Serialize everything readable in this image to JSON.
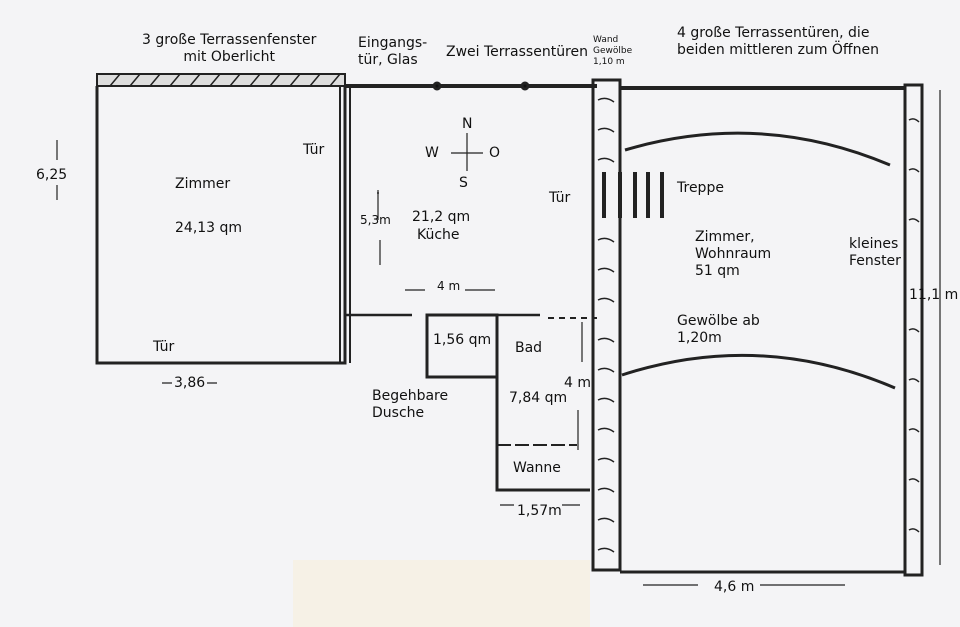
{
  "labels": {
    "windows_top": "3 große Terrassenfenster",
    "windows_top2": "mit Oberlicht",
    "entrance": "Eingangs-",
    "entrance2": "tür, Glas",
    "two_doors": "Zwei Terrassentüren",
    "wall1": "Wand",
    "wall2": "Gewölbe",
    "wall3": "1,10 m",
    "four_doors": "4 große Terrassentüren, die",
    "four_doors2": "beiden mittleren zum Öffnen",
    "height_left": "6,25",
    "room_left": "Zimmer",
    "room_left_area": "24,13 qm",
    "door_top": "Tür",
    "door_bottom": "Tür",
    "width_left": "3,86",
    "compass_n": "N",
    "compass_s": "S",
    "compass_w": "W",
    "compass_o": "O",
    "kitchen_height": "5,3m",
    "kitchen_area": "21,2 qm",
    "kitchen": "Küche",
    "door_kitchen": "Tür",
    "kitchen_width": "4 m",
    "shower_area": "1,56 qm",
    "shower": "Begehbare",
    "shower2": "Dusche",
    "bath": "Bad",
    "bath_height": "4 m",
    "bath_area": "7,84 qm",
    "tub": "Wanne",
    "bath_width": "1,57m",
    "stairs": "Treppe",
    "living": "Zimmer,",
    "living2": "Wohnraum",
    "living_area": "51 qm",
    "small_window": "kleines",
    "small_window2": "Fenster",
    "vault": "Gewölbe ab",
    "vault2": "1,20m",
    "right_height": "11,1 m",
    "right_width": "4,6 m"
  }
}
